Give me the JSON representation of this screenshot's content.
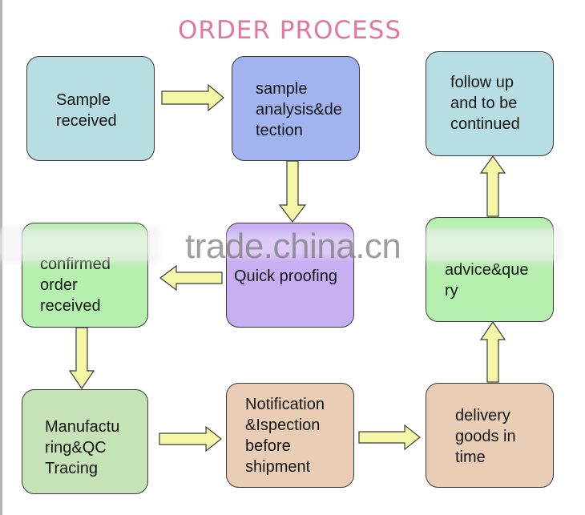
{
  "title": "ORDER PROCESS",
  "watermark": "trade.china.cn",
  "colors": {
    "title": "#e3789f",
    "arrow_fill": "#f4f7a5",
    "box_border": "#3b3b3b",
    "sample_received": "#b7dee2",
    "sample_analysis": "#a1b4ef",
    "follow_up": "#b7dee2",
    "confirmed_order": "#b6f0ae",
    "quick_proofing": "#c8aff2",
    "advice_query": "#b6f0ae",
    "manufacturing": "#c5e3b6",
    "notification": "#e9ceb5",
    "delivery": "#e9ceb5"
  },
  "steps": {
    "sample_received": "Sample\nreceived",
    "sample_analysis": "sample\nanalysis&de\ntection",
    "quick_proofing": "Quick proofing",
    "confirmed_order": "confirmed\norder\nreceived",
    "manufacturing": "Manufactu\nring&QC\nTracing",
    "notification": "Notification\n&Ispection\nbefore\nshipment",
    "delivery": "delivery\ngoods in\ntime",
    "advice_query": "advice&que\nry",
    "follow_up": "follow up\nand to be\ncontinued"
  },
  "flow": [
    {
      "from": "sample_received",
      "to": "sample_analysis",
      "direction": "right"
    },
    {
      "from": "sample_analysis",
      "to": "quick_proofing",
      "direction": "down"
    },
    {
      "from": "quick_proofing",
      "to": "confirmed_order",
      "direction": "left"
    },
    {
      "from": "confirmed_order",
      "to": "manufacturing",
      "direction": "down"
    },
    {
      "from": "manufacturing",
      "to": "notification",
      "direction": "right"
    },
    {
      "from": "notification",
      "to": "delivery",
      "direction": "right"
    },
    {
      "from": "delivery",
      "to": "advice_query",
      "direction": "up"
    },
    {
      "from": "advice_query",
      "to": "follow_up",
      "direction": "up"
    }
  ]
}
